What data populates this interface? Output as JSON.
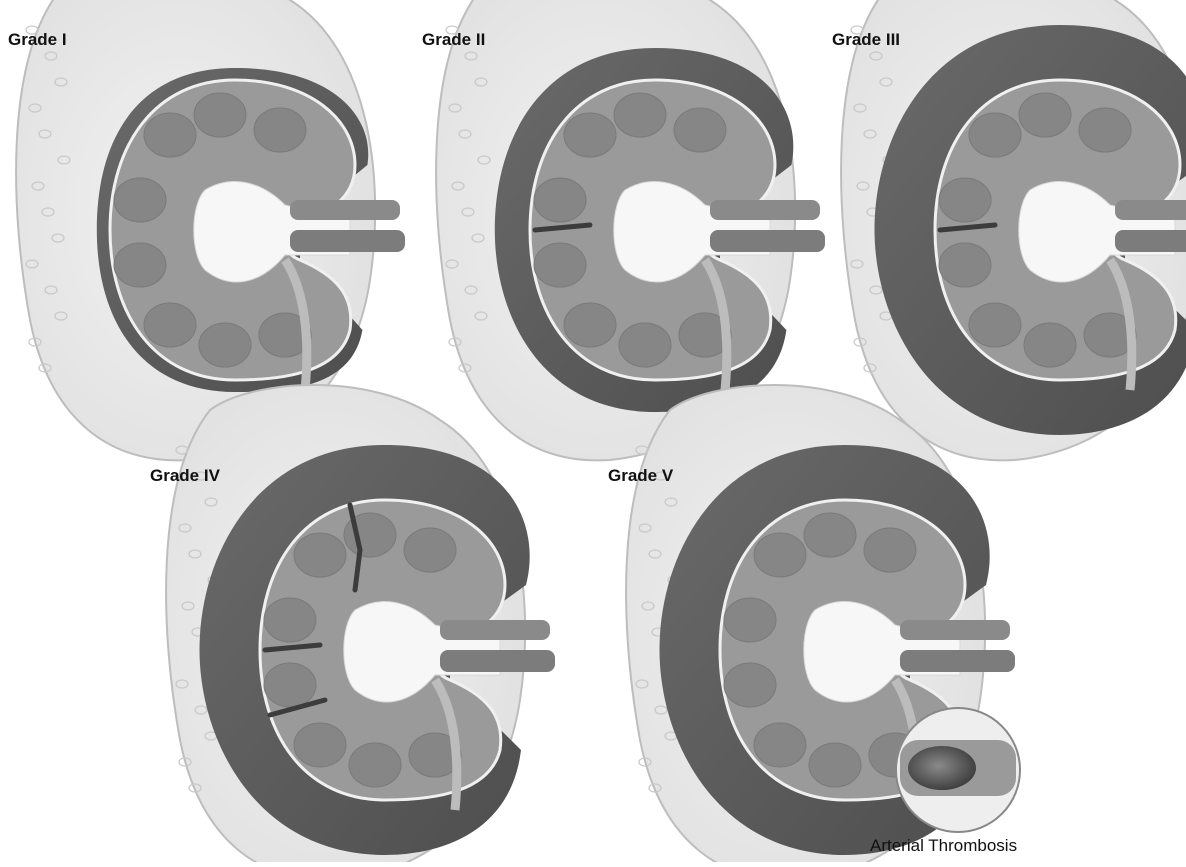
{
  "panels": [
    {
      "id": "grade-1",
      "label": "Grade I",
      "hematoma": "subcapsular-thin",
      "lacerations": 0
    },
    {
      "id": "grade-2",
      "label": "Grade II",
      "hematoma": "perirenal-small",
      "lacerations": 1
    },
    {
      "id": "grade-3",
      "label": "Grade III",
      "hematoma": "perirenal-large",
      "lacerations": 1
    },
    {
      "id": "grade-4",
      "label": "Grade IV",
      "hematoma": "perirenal-extensive",
      "lacerations": 3
    },
    {
      "id": "grade-5",
      "label": "Grade V",
      "hematoma": "perirenal-extensive",
      "lacerations": 0
    }
  ],
  "inset": {
    "caption": "Arterial Thrombosis",
    "icon": "magnified-vessel-clot"
  },
  "colors": {
    "tissue": "#e9e9e9",
    "tissue_edge": "#bdbdbd",
    "hematoma": "#5f5f5f",
    "cortex": "#9a9a9a",
    "medulla": "#868686",
    "pelvis": "#f7f7f7",
    "vessel": "#8a8a8a"
  }
}
